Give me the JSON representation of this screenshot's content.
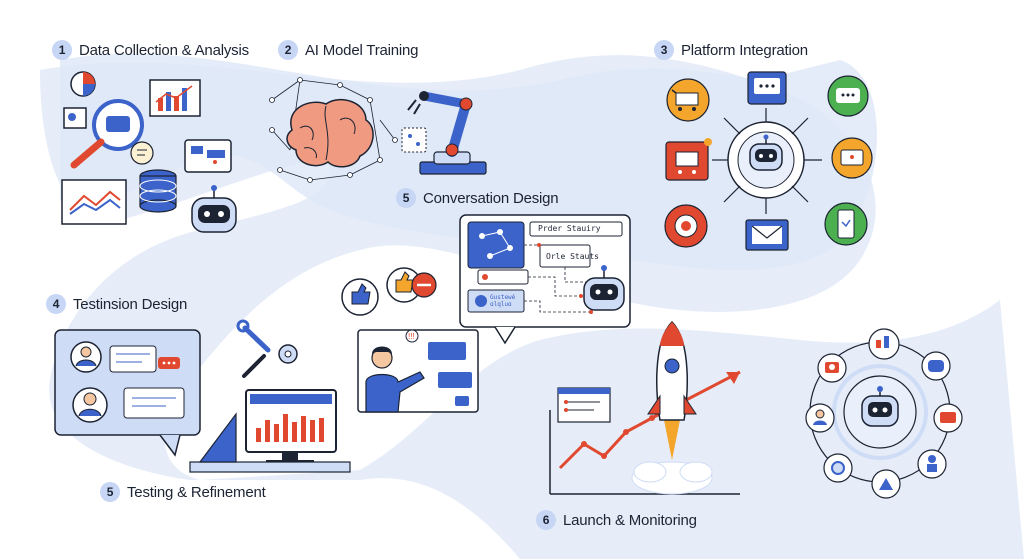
{
  "steps": [
    {
      "number": "1",
      "label": "Data Collection & Analysis"
    },
    {
      "number": "2",
      "label": "AI Model Training"
    },
    {
      "number": "3",
      "label": "Platform Integration"
    },
    {
      "number": "5",
      "label": "Conversation Design"
    },
    {
      "number": "4",
      "label": "Testinsion Design"
    },
    {
      "number": "5",
      "label": "Testing & Refinement"
    },
    {
      "number": "6",
      "label": "Launch & Monitoring"
    }
  ],
  "flow_tags": {
    "order_status_top": "Prder Stauiry",
    "order_status_mid": "Orle Stauts",
    "user_card": "Gustewé ɑlqluɑ"
  },
  "colors": {
    "path": "#e3eaf8",
    "accent_blue": "#3b63c9",
    "accent_red": "#e0492f",
    "accent_orange": "#f4a52b",
    "accent_green": "#4caf50",
    "outline": "#1c2333"
  }
}
